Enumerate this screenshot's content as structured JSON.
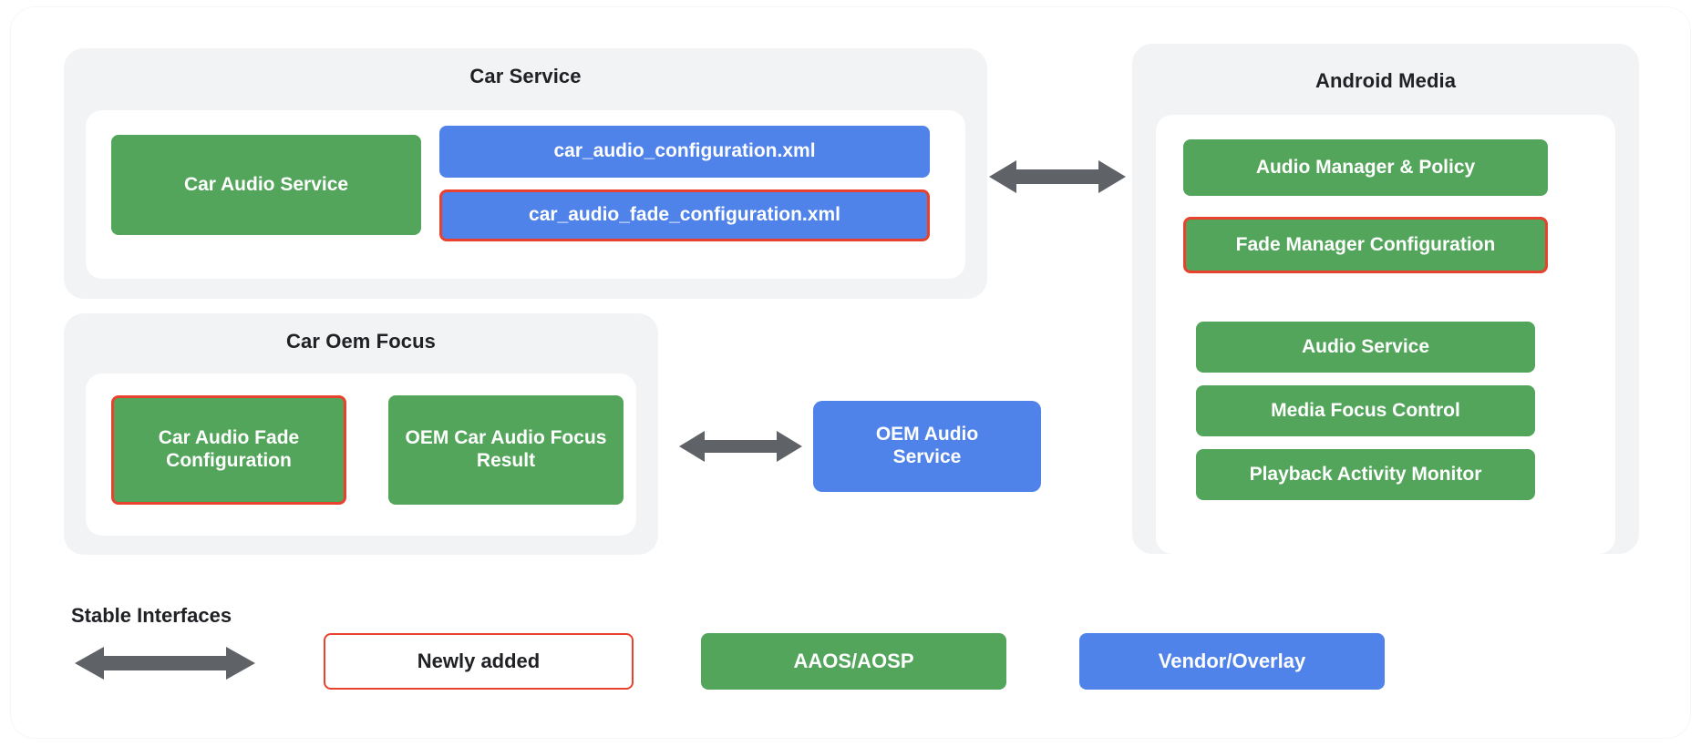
{
  "diagram": {
    "title_visible": false,
    "colors": {
      "green": "#53a55b",
      "blue": "#5083ea",
      "red_outline": "#e8422e",
      "panel_bg": "#f1f3f4",
      "card_bg": "#ffffff",
      "arrow": "#5f6368",
      "text_dark": "#202124"
    }
  },
  "panels": [
    {
      "id": "car-service",
      "title": "Car Service",
      "nodes": [
        {
          "label": "Car Audio Service",
          "style": "green",
          "outlined": false
        },
        {
          "label": "car_audio_configuration.xml",
          "style": "blue",
          "outlined": false
        },
        {
          "label": "car_audio_fade_configuration.xml",
          "style": "blue",
          "outlined": true
        }
      ]
    },
    {
      "id": "car-oem-focus",
      "title": "Car Oem Focus",
      "nodes": [
        {
          "label": "Car Audio Fade Configuration",
          "style": "green",
          "outlined": true
        },
        {
          "label": "OEM Car Audio Focus Result",
          "style": "green",
          "outlined": false
        }
      ]
    },
    {
      "id": "android-media",
      "title": "Android Media",
      "nodes": [
        {
          "label": "Audio Manager & Policy",
          "style": "green",
          "outlined": false
        },
        {
          "label": "Fade Manager Configuration",
          "style": "green",
          "outlined": true
        },
        {
          "label": "Audio Service",
          "style": "green",
          "outlined": false
        },
        {
          "label": "Media Focus Control",
          "style": "green",
          "outlined": false
        },
        {
          "label": "Playback Activity Monitor",
          "style": "green",
          "outlined": false
        }
      ]
    }
  ],
  "standalone_nodes": [
    {
      "id": "oem-audio-service",
      "label": "OEM Audio\nService",
      "line1": "OEM Audio",
      "line2": "Service",
      "style": "blue",
      "outlined": false
    }
  ],
  "connectors": [
    {
      "id": "car-service-to-android-media",
      "type": "double-arrow"
    },
    {
      "id": "car-oem-focus-to-oem-audio-service",
      "type": "double-arrow"
    }
  ],
  "legend": {
    "stable_interfaces_label": "Stable Interfaces",
    "items": [
      {
        "label": "Newly added",
        "style": "outline-only"
      },
      {
        "label": "AAOS/AOSP",
        "style": "green"
      },
      {
        "label": "Vendor/Overlay",
        "style": "blue"
      }
    ]
  }
}
